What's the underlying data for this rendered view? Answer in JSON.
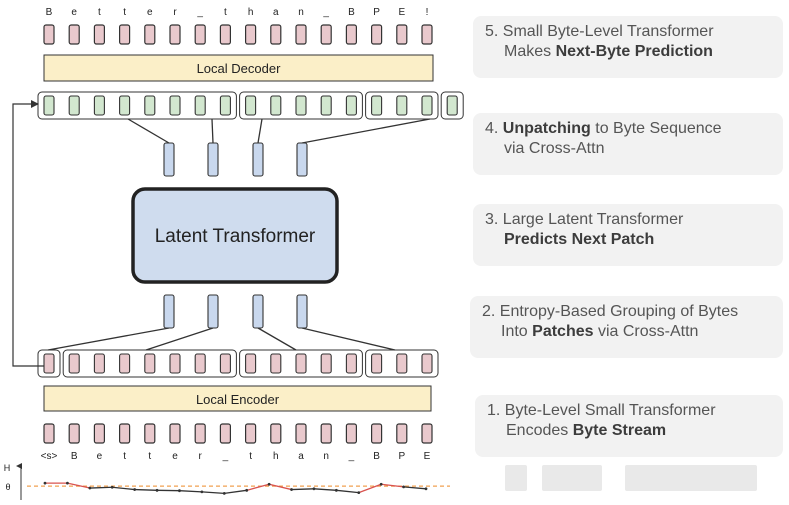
{
  "colors": {
    "byte_fill": "#e9c9cd",
    "hidden_fill": "#d2e7cf",
    "patch_fill": "#c9d8ee",
    "layer_fill": "#fbefc8",
    "latent_fill": "#cfdcee",
    "entropy_line": "#333333",
    "entropy_highlight": "#d9534f",
    "threshold_line": "#f0a050",
    "card_bg": "#f2f2f2"
  },
  "diagram": {
    "output_chars": [
      "B",
      "e",
      "t",
      "t",
      "e",
      "r",
      "_",
      "t",
      "h",
      "a",
      "n",
      "_",
      "B",
      "P",
      "E",
      "!"
    ],
    "input_chars": [
      "<s>",
      "B",
      "e",
      "t",
      "t",
      "e",
      "r",
      "_",
      "t",
      "h",
      "a",
      "n",
      "_",
      "B",
      "P",
      "E"
    ],
    "local_decoder_label": "Local Decoder",
    "local_encoder_label": "Local Encoder",
    "latent_label": "Latent Transformer",
    "entropy_axis_label": "H",
    "threshold_label": "θ",
    "decoder_groups": [
      8,
      5,
      3,
      1
    ],
    "encoder_groups": [
      1,
      7,
      5,
      3
    ],
    "entropy_values": [
      0.55,
      0.55,
      0.42,
      0.44,
      0.38,
      0.36,
      0.35,
      0.32,
      0.28,
      0.36,
      0.52,
      0.38,
      0.4,
      0.36,
      0.3,
      0.52,
      0.45,
      0.4
    ],
    "entropy_threshold": 0.47
  },
  "steps": [
    {
      "lines": [
        [
          {
            "t": "5. Small Byte-Level Transformer",
            "b": false
          }
        ],
        [
          {
            "t": "Makes ",
            "b": false
          },
          {
            "t": "Next-Byte Prediction",
            "b": true
          }
        ]
      ]
    },
    {
      "lines": [
        [
          {
            "t": "4. ",
            "b": false
          },
          {
            "t": "Unpatching",
            "b": true
          },
          {
            "t": " to Byte Sequence",
            "b": false
          }
        ],
        [
          {
            "t": "via Cross-Attn",
            "b": false
          }
        ]
      ]
    },
    {
      "lines": [
        [
          {
            "t": "3. Large Latent Transformer",
            "b": false
          }
        ],
        [
          {
            "t": "Predicts Next Patch",
            "b": true
          }
        ]
      ]
    },
    {
      "lines": [
        [
          {
            "t": "2. Entropy-Based Grouping of Bytes",
            "b": false
          }
        ],
        [
          {
            "t": "Into ",
            "b": false
          },
          {
            "t": "Patches",
            "b": true
          },
          {
            "t": " via Cross-Attn",
            "b": false
          }
        ]
      ]
    },
    {
      "lines": [
        [
          {
            "t": "1. Byte-Level Small Transformer",
            "b": false
          }
        ],
        [
          {
            "t": "Encodes ",
            "b": false
          },
          {
            "t": "Byte Stream",
            "b": true
          }
        ]
      ]
    }
  ]
}
